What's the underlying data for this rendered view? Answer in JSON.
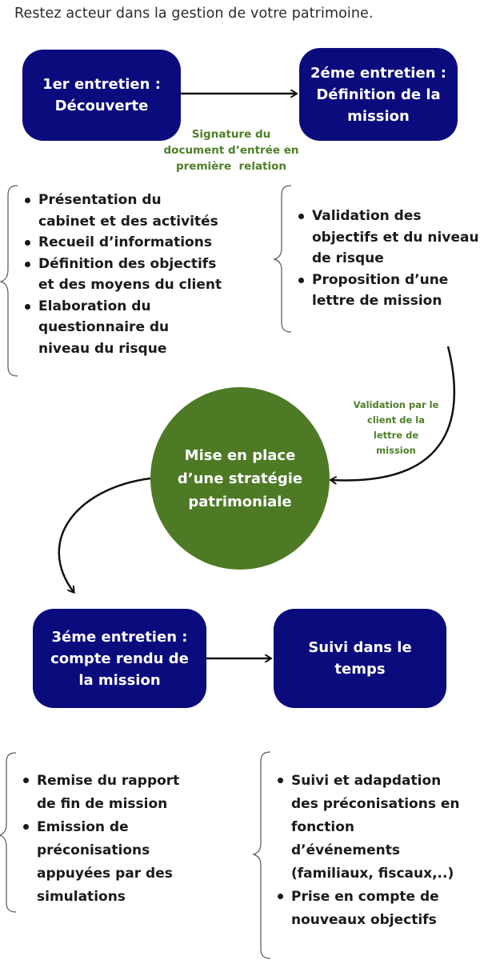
{
  "intro": "Restez acteur dans la gestion de votre patrimoine.",
  "step1": {
    "line1": "1er entretien :",
    "line2": "Découverte"
  },
  "step2": {
    "line1": "2éme entretien :",
    "line2": "Définition de la",
    "line3": "mission"
  },
  "signature_note": {
    "line1": "Signature du",
    "line2": "document d’entrée en",
    "line3": "première  relation"
  },
  "step1_tasks": [
    {
      "line1": "Présentation du",
      "line2": "cabinet et des activités"
    },
    {
      "line1": "Recueil d’informations"
    },
    {
      "line1": "Définition des objectifs",
      "line2": "et des moyens du client"
    },
    {
      "line1": "Elaboration du",
      "line2": "questionnaire du",
      "line3": "niveau du risque"
    }
  ],
  "step2_tasks": [
    {
      "line1": "Validation des",
      "line2": "objectifs et du niveau",
      "line3": "de risque"
    },
    {
      "line1": "Proposition d’une",
      "line2": "lettre de mission"
    }
  ],
  "validation_note": {
    "line1": "Validation par le",
    "line2": "client de la",
    "line3": "lettre de",
    "line4": "mission"
  },
  "center": {
    "line1": "Mise en place",
    "line2": "d’une stratégie",
    "line3": "patrimoniale"
  },
  "step3": {
    "line1": "3éme entretien :",
    "line2": "compte rendu de",
    "line3": "la mission"
  },
  "step4": {
    "line1": "Suivi dans le",
    "line2": "temps"
  },
  "step3_tasks": [
    {
      "line1": "Remise du rapport",
      "line2": "de fin de mission"
    },
    {
      "line1": "Emission de",
      "line2": "préconisations",
      "line3": "appuyées par des",
      "line4": "simulations"
    }
  ],
  "step4_tasks": [
    {
      "line1": "Suivi et adapdation",
      "line2": "des préconisations en",
      "line3": "fonction",
      "line4": "d’événements",
      "line5": "(familiaux, fiscaux,..)"
    },
    {
      "line1": "Prise en compte de",
      "line2": "nouveaux objectifs"
    }
  ],
  "colors": {
    "box": "#0b0b7e",
    "circle": "#4e7a26",
    "note": "#4f7f28",
    "text": "#1a1a1a"
  }
}
